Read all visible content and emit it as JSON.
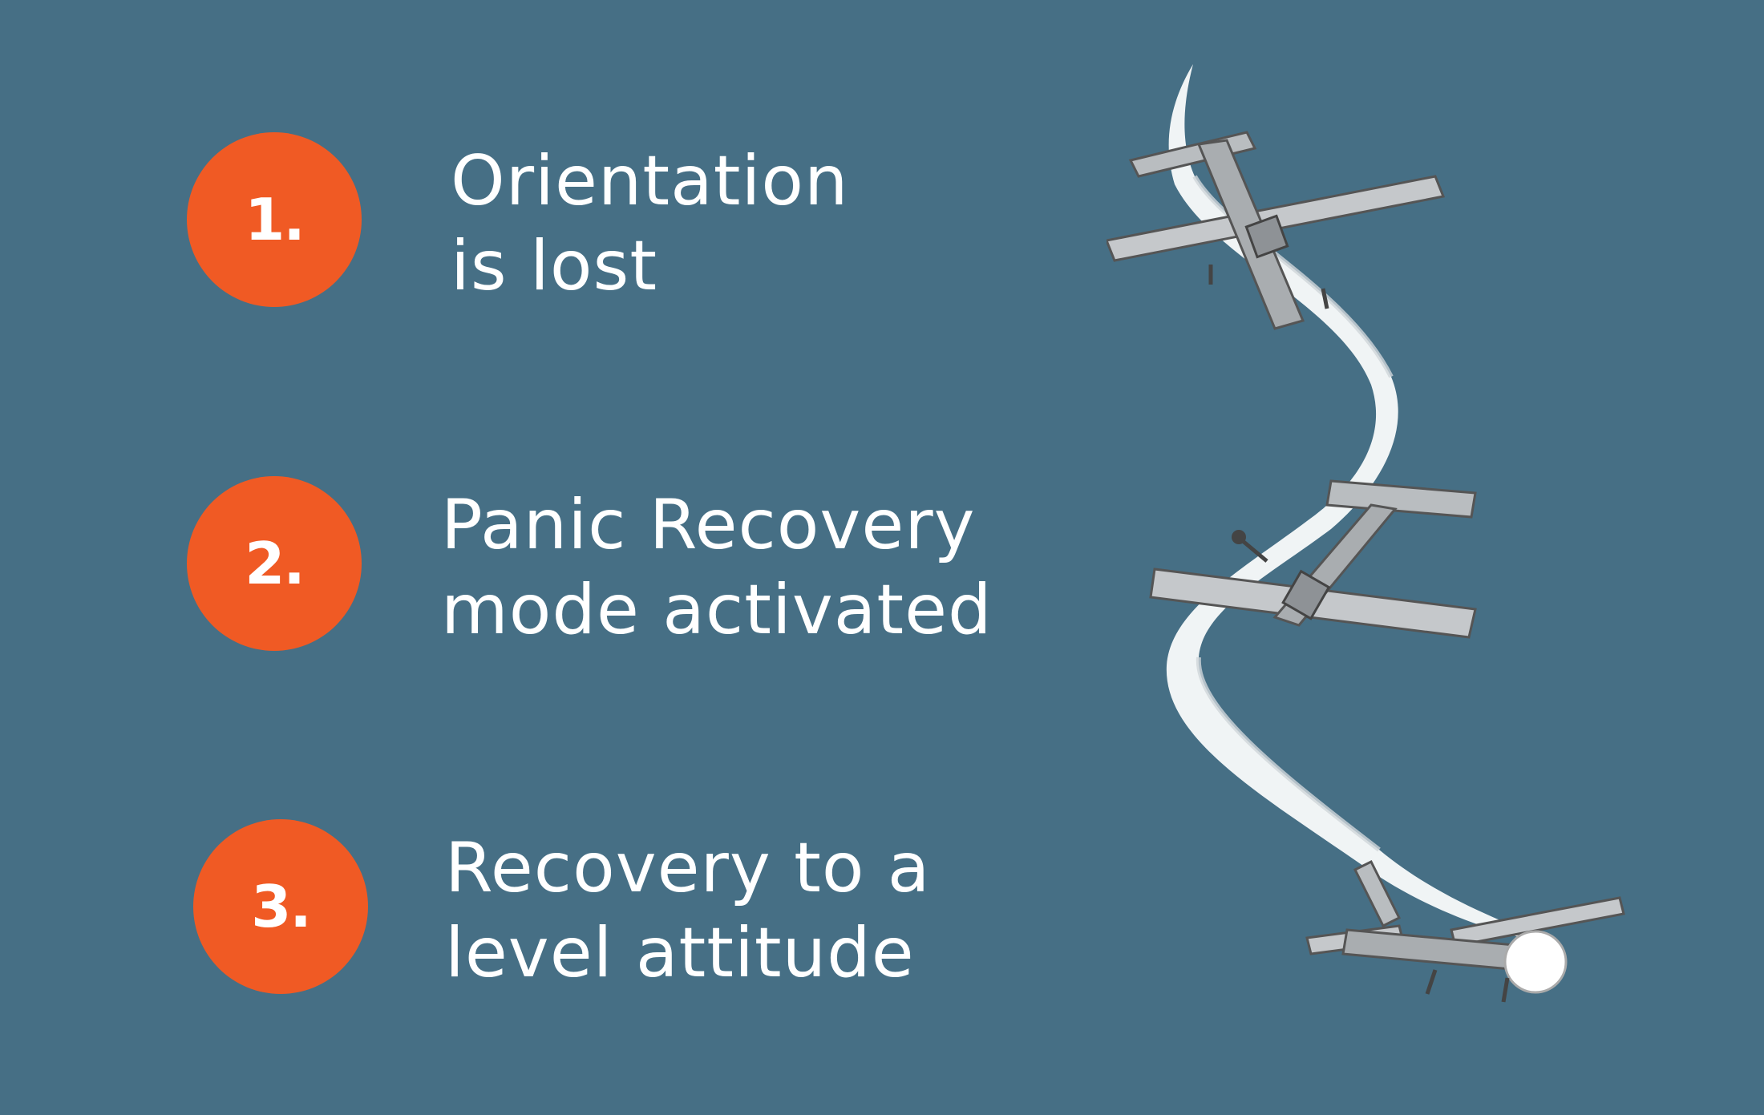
{
  "colors": {
    "background": "#466f85",
    "badge": "#f05a24",
    "text": "#ffffff"
  },
  "steps": [
    {
      "number": "1.",
      "line1": "Orientation",
      "line2": "is lost"
    },
    {
      "number": "2.",
      "line1": "Panic Recovery",
      "line2": "mode activated"
    },
    {
      "number": "3.",
      "line1": "Recovery to a",
      "line2": "level attitude"
    }
  ],
  "illustration": {
    "icon": "airplane-spiral-recovery-icon",
    "planes": 3
  }
}
